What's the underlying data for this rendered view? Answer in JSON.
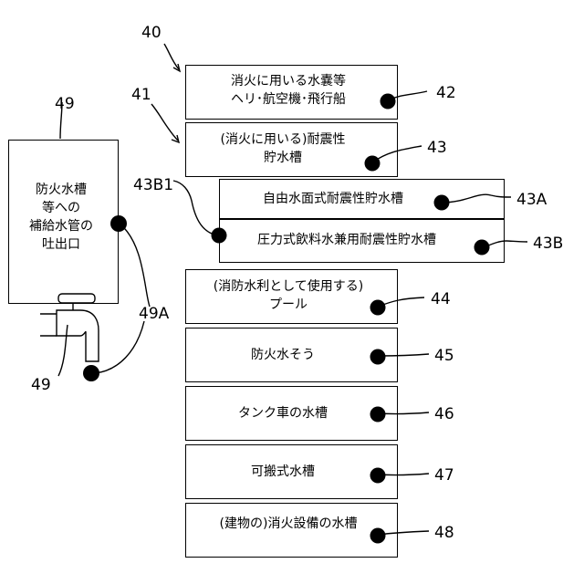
{
  "refs": {
    "r40": "40",
    "r41": "41",
    "r42": "42",
    "r43": "43",
    "r43A": "43A",
    "r43B": "43B",
    "r43B1": "43B1",
    "r44": "44",
    "r45": "45",
    "r46": "46",
    "r47": "47",
    "r48": "48",
    "r49top": "49",
    "r49bottom": "49",
    "r49A": "49A"
  },
  "boxes": {
    "b42": {
      "line1": "消火に用いる水嚢等",
      "line2": "ヘリ･航空機･飛行船"
    },
    "b43": {
      "line1": "(消火に用いる)耐震性",
      "line2": "貯水槽"
    },
    "b43A": {
      "line1": "自由水面式耐震性貯水槽"
    },
    "b43B": {
      "line1": "圧力式飲料水兼用耐震性貯水槽"
    },
    "b44": {
      "line1": "(消防水利として使用する)",
      "line2": "プール"
    },
    "b45": {
      "line1": "防火水そう"
    },
    "b46": {
      "line1": "タンク車の水槽"
    },
    "b47": {
      "line1": "可搬式水槽"
    },
    "b48": {
      "line1": "(建物の)消火設備の水槽"
    },
    "b49": {
      "line1": "防火水槽",
      "line2": "等への",
      "line3": "補給水管の",
      "line4": "吐出口"
    }
  }
}
